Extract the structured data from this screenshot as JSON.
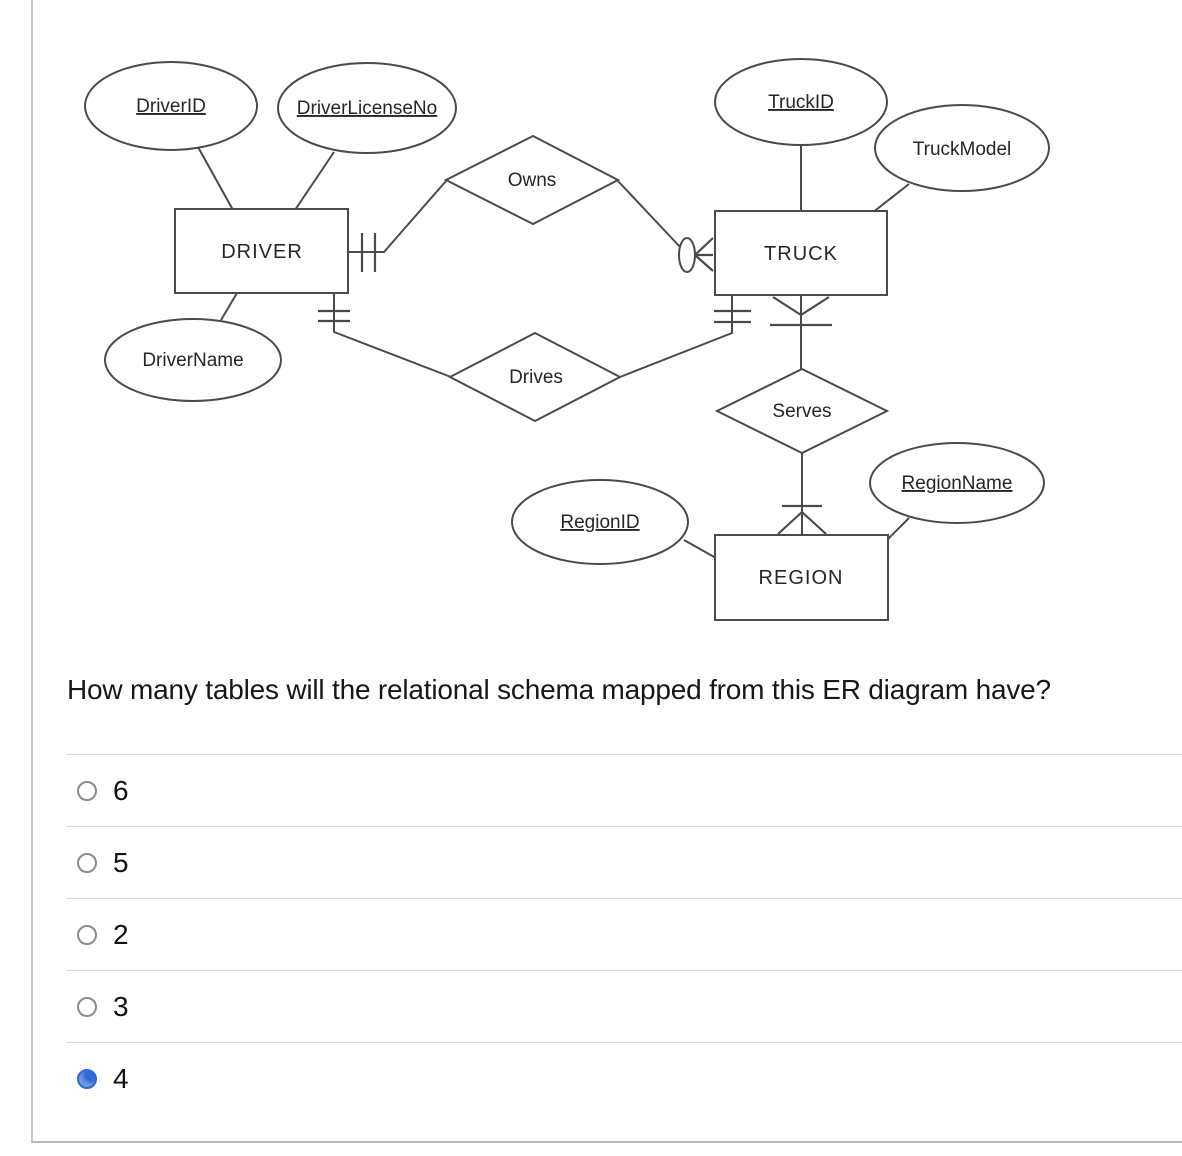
{
  "diagram": {
    "entities": [
      {
        "label": "DRIVER"
      },
      {
        "label": "TRUCK"
      },
      {
        "label": "REGION"
      }
    ],
    "relationships": [
      {
        "label": "Owns"
      },
      {
        "label": "Drives"
      },
      {
        "label": "Serves"
      }
    ],
    "attributes": [
      {
        "label": "DriverID",
        "key": true
      },
      {
        "label": "DriverLicenseNo",
        "key": true
      },
      {
        "label": "DriverName",
        "key": false
      },
      {
        "label": "TruckID",
        "key": true
      },
      {
        "label": "TruckModel",
        "key": false
      },
      {
        "label": "RegionID",
        "key": true
      },
      {
        "label": "RegionName",
        "key": true
      }
    ]
  },
  "question": "How many tables will the relational schema mapped from this ER diagram have?",
  "options": [
    {
      "label": "6",
      "selected": false
    },
    {
      "label": "5",
      "selected": false
    },
    {
      "label": "2",
      "selected": false
    },
    {
      "label": "3",
      "selected": false
    },
    {
      "label": "4",
      "selected": true
    }
  ],
  "colors": {
    "selected_radio": "#2f6ad8",
    "diagram_stroke": "#4a4a4a"
  }
}
